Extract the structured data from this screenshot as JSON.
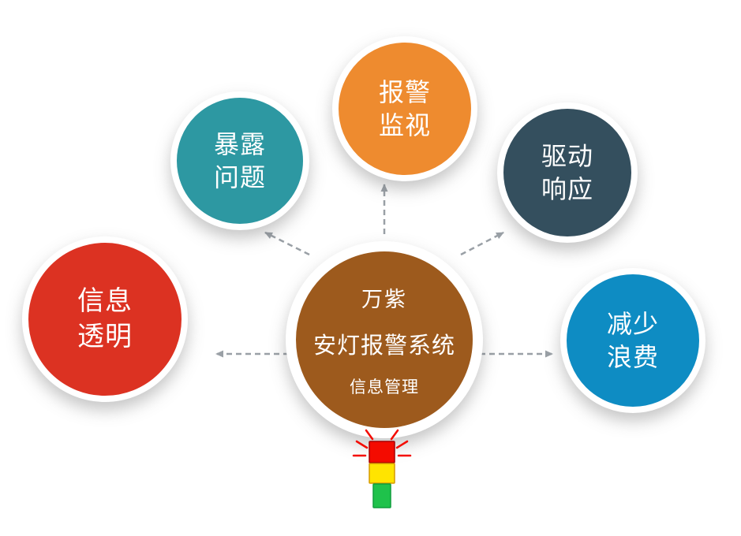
{
  "center": {
    "line1": "万紫",
    "line2": "安灯报警系统",
    "line3": "信息管理",
    "color": "#9d5a1d"
  },
  "nodes": [
    {
      "id": "expose-problems",
      "label": "暴露\n问题",
      "color": "#2d98a2"
    },
    {
      "id": "alarm-monitoring",
      "label": "报警\n监视",
      "color": "#ee8b2f"
    },
    {
      "id": "drive-response",
      "label": "驱动\n响应",
      "color": "#344f5e"
    },
    {
      "id": "information-transparency",
      "label": "信息\n透明",
      "color": "#dc3222"
    },
    {
      "id": "reduce-waste",
      "label": "减少\n浪费",
      "color": "#0e8cc3"
    }
  ],
  "connectors": {
    "color": "#9aa0a6"
  },
  "andon_light": {
    "red": "#f40b00",
    "yellow": "#ffe400",
    "green": "#1fc24b",
    "ray_color": "#f40b00"
  }
}
